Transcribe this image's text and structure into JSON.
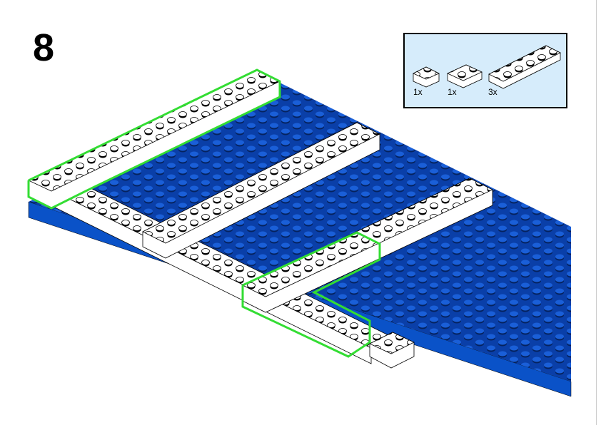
{
  "step": {
    "number": "8"
  },
  "parts_list": [
    {
      "name": "brick-2x3-white",
      "count": "1x"
    },
    {
      "name": "brick-2x4-white",
      "count": "1x"
    },
    {
      "name": "brick-2x10-white",
      "count": "3x"
    }
  ],
  "colors": {
    "baseplate": "#0a3fa8",
    "baseplate_side": "#0a52c8",
    "brick": "#ffffff",
    "highlight": "#33dd33",
    "parts_bg": "#d6ecfb"
  }
}
